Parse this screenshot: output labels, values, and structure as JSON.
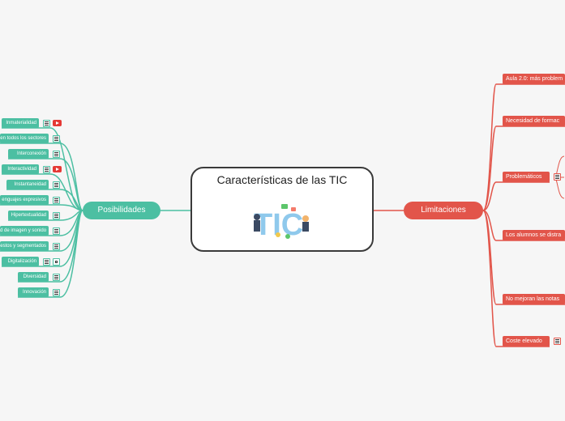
{
  "central": {
    "title": "Características de las TIC",
    "image_label": "TIC"
  },
  "left": {
    "label": "Posibilidades",
    "color": "#4cbfa2",
    "items": [
      {
        "label": "Inmaterialidad",
        "note": true,
        "video": true
      },
      {
        "label": "en todos los sectores",
        "note": true
      },
      {
        "label": "Interconexión",
        "note": true
      },
      {
        "label": "Interactividad",
        "note": true,
        "video": true
      },
      {
        "label": "Instantaneidad",
        "note": true
      },
      {
        "label": "enguajes expresivos",
        "note": true
      },
      {
        "label": "Hipertextualidad",
        "note": true
      },
      {
        "label": "d de imagen y sonido",
        "note": true
      },
      {
        "label": "estos y segmentados",
        "note": true
      },
      {
        "label": "Digitalización",
        "note": true,
        "attach": true
      },
      {
        "label": "Diversidad",
        "note": true
      },
      {
        "label": "Innovación",
        "note": true
      }
    ]
  },
  "right": {
    "label": "Limitaciones",
    "color": "#e2554a",
    "items": [
      {
        "label": "Aula 2.0: más problem"
      },
      {
        "label": "Necesidad de formac"
      },
      {
        "label": "Problemáticos",
        "note": true
      },
      {
        "label": "Los alumnos se distra"
      },
      {
        "label": "No mejoran las notas"
      },
      {
        "label": "Coste elevado",
        "note": true
      }
    ]
  }
}
